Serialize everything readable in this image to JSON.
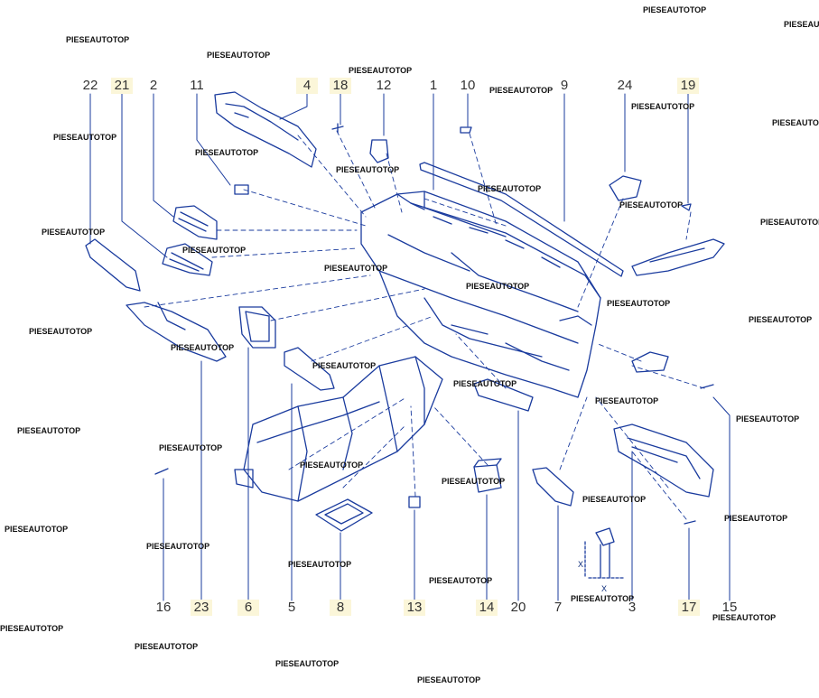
{
  "diagram": {
    "line_color": "#1a3b9e",
    "label_color": "#333333",
    "highlight_color": "#fbf6d9",
    "watermark_text": "PIESEAUTOTOP",
    "dimension_marks": [
      "X",
      "X"
    ],
    "callouts_top": [
      "22",
      "21",
      "2",
      "11",
      "4",
      "18",
      "12",
      "1",
      "10",
      "9",
      "24",
      "19"
    ],
    "callouts_bottom": [
      "16",
      "23",
      "6",
      "5",
      "8",
      "13",
      "14",
      "20",
      "7",
      "3",
      "17",
      "15"
    ]
  }
}
